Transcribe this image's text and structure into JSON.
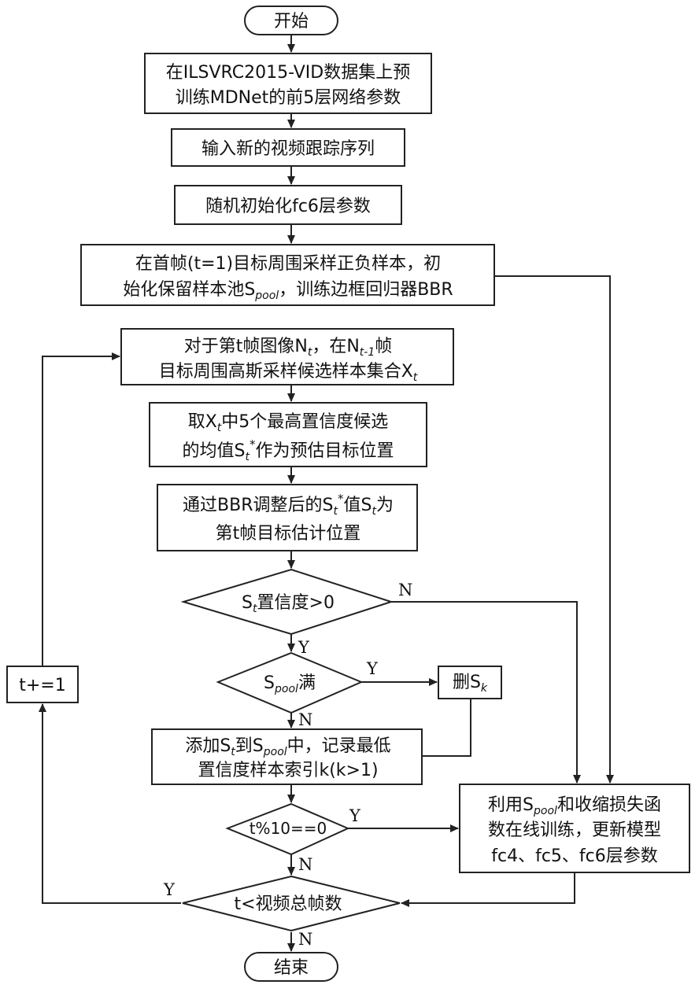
{
  "nodes": {
    "start": "开始",
    "pretrain": [
      "在ILSVRC2015-VID数据集上预",
      "训练MDNet的前5层网络参数"
    ],
    "input": "输入新的视频跟踪序列",
    "init_fc6": "随机初始化fc6层参数",
    "first_frame": {
      "line1": "在首帧(t=1)目标周围采样正负样本，初",
      "line2_a": "始化保留样本池S",
      "line2_sub": "pool",
      "line2_b": "，训练边框回归器BBR"
    },
    "sample": {
      "l1_a": "对于第t帧图像N",
      "l1_sub1": "t",
      "l1_b": "，在N",
      "l1_sub2": "t-1",
      "l1_c": "帧",
      "l2_a": "目标周围高斯采样候选样本集合X",
      "l2_sub": "t"
    },
    "estimate": {
      "l1_a": "取X",
      "l1_sub": "t",
      "l1_b": "中5个最高置信度候选",
      "l2_a": "的均值S",
      "l2_sub": "t",
      "l2_sup": "*",
      "l2_b": "作为预估目标位置"
    },
    "bbr": {
      "l1_a": "通过BBR调整后的S",
      "l1_sub": "t",
      "l1_sup": "*",
      "l1_b": "值S",
      "l1_sub2": "t",
      "l1_c": "为",
      "l2": "第t帧目标估计位置"
    },
    "confidence": {
      "a": "S",
      "sub": "t",
      "b": "置信度>0"
    },
    "pool_full": {
      "a": "S",
      "sub": "pool",
      "b": "满"
    },
    "delete": {
      "a": "删S",
      "sub": "k"
    },
    "add": {
      "l1_a": "添加S",
      "l1_sub": "t",
      "l1_b": "到S",
      "l1_sub2": "pool",
      "l1_c": "中，记录最低",
      "l2": "置信度样本索引k(k>1)"
    },
    "mod10": "t%10==0",
    "train": {
      "l1_a": "利用S",
      "l1_sub": "pool",
      "l1_b": "和收缩损失函",
      "l2": "数在线训练，更新模型",
      "l3": "fc4、fc5、fc6层参数"
    },
    "increment": "t+=1",
    "loop_check": "t<视频总帧数",
    "end": "结束"
  },
  "edge_labels": {
    "yes": "Y",
    "no": "N"
  }
}
